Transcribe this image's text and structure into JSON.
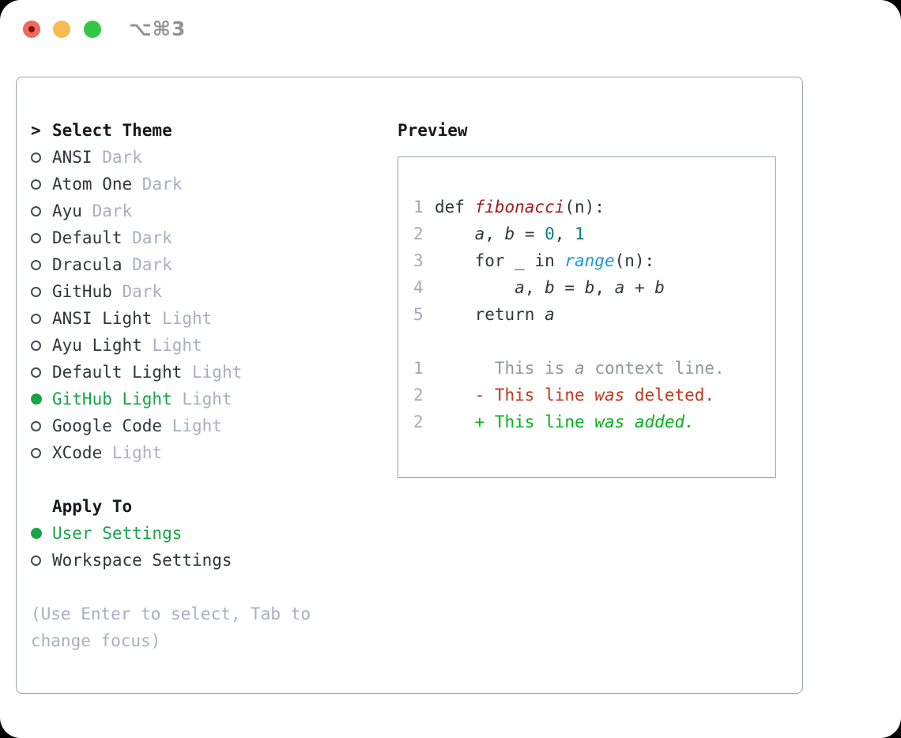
{
  "window": {
    "title": "⌥⌘3",
    "traffic_lights": [
      "close",
      "minimize",
      "zoom"
    ]
  },
  "theme_list": {
    "header": {
      "prefix": ">",
      "label": "Select Theme"
    },
    "items": [
      {
        "name": "ANSI",
        "variant": "Dark",
        "selected": false
      },
      {
        "name": "Atom One",
        "variant": "Dark",
        "selected": false
      },
      {
        "name": "Ayu",
        "variant": "Dark",
        "selected": false
      },
      {
        "name": "Default",
        "variant": "Dark",
        "selected": false
      },
      {
        "name": "Dracula",
        "variant": "Dark",
        "selected": false
      },
      {
        "name": "GitHub",
        "variant": "Dark",
        "selected": false
      },
      {
        "name": "ANSI Light",
        "variant": "Light",
        "selected": false
      },
      {
        "name": "Ayu Light",
        "variant": "Light",
        "selected": false
      },
      {
        "name": "Default Light",
        "variant": "Light",
        "selected": false
      },
      {
        "name": "GitHub Light",
        "variant": "Light",
        "selected": true
      },
      {
        "name": "Google Code",
        "variant": "Light",
        "selected": false
      },
      {
        "name": "XCode",
        "variant": "Light",
        "selected": false
      }
    ]
  },
  "apply_to": {
    "header": "Apply To",
    "options": [
      {
        "name": "User Settings",
        "selected": true
      },
      {
        "name": "Workspace Settings",
        "selected": false
      }
    ]
  },
  "hint_lines": [
    "(Use Enter to select, Tab to",
    "change focus)"
  ],
  "preview": {
    "title": "Preview",
    "code_lines": [
      {
        "num": "1",
        "segments": [
          {
            "text": "def ",
            "style": "kw"
          },
          {
            "text": "fibonacci",
            "style": "fn"
          },
          {
            "text": "(n):",
            "style": "plain"
          }
        ]
      },
      {
        "num": "2",
        "segments": [
          {
            "text": "    ",
            "style": "plain"
          },
          {
            "text": "a",
            "style": "var"
          },
          {
            "text": ", ",
            "style": "plain"
          },
          {
            "text": "b",
            "style": "var"
          },
          {
            "text": " = ",
            "style": "plain"
          },
          {
            "text": "0",
            "style": "num"
          },
          {
            "text": ", ",
            "style": "plain"
          },
          {
            "text": "1",
            "style": "num"
          }
        ]
      },
      {
        "num": "3",
        "segments": [
          {
            "text": "    for _ in ",
            "style": "kw"
          },
          {
            "text": "range",
            "style": "builtin"
          },
          {
            "text": "(n):",
            "style": "plain"
          }
        ]
      },
      {
        "num": "4",
        "segments": [
          {
            "text": "        ",
            "style": "plain"
          },
          {
            "text": "a",
            "style": "var"
          },
          {
            "text": ", ",
            "style": "plain"
          },
          {
            "text": "b",
            "style": "var"
          },
          {
            "text": " = ",
            "style": "plain"
          },
          {
            "text": "b",
            "style": "var"
          },
          {
            "text": ", ",
            "style": "plain"
          },
          {
            "text": "a",
            "style": "var"
          },
          {
            "text": " + ",
            "style": "plain"
          },
          {
            "text": "b",
            "style": "var"
          }
        ]
      },
      {
        "num": "5",
        "segments": [
          {
            "text": "    return ",
            "style": "kw"
          },
          {
            "text": "a",
            "style": "var"
          }
        ]
      },
      {
        "num": "",
        "segments": []
      },
      {
        "num": "1",
        "segments": [
          {
            "text": "      This is ",
            "style": "ctx"
          },
          {
            "text": "a",
            "style": "ctx-i"
          },
          {
            "text": " context line.",
            "style": "ctx"
          }
        ]
      },
      {
        "num": "2",
        "segments": [
          {
            "text": "    - This line ",
            "style": "del"
          },
          {
            "text": "was",
            "style": "del-i"
          },
          {
            "text": " deleted.",
            "style": "del"
          }
        ]
      },
      {
        "num": "2",
        "segments": [
          {
            "text": "    + This line ",
            "style": "add"
          },
          {
            "text": "was",
            "style": "add-i"
          },
          {
            "text": " ",
            "style": "add"
          },
          {
            "text": "added.",
            "style": "add-i"
          }
        ]
      }
    ]
  },
  "colors": {
    "accent-green": "#17a449",
    "diff-add": "#00b31c",
    "diff-del": "#c2391f",
    "fn-red": "#a51c1c",
    "num-teal": "#0d7e80",
    "builtin-blue": "#1899d4",
    "text-dark": "#2f363c",
    "muted-gray": "#a7b0bf",
    "ctx-gray": "#8f979e",
    "border-gray": "#99a2ae",
    "tl-red": "#ee6a5e",
    "tl-yellow": "#f5bd4f",
    "tl-green": "#33c748",
    "title-gray": "#929292"
  }
}
